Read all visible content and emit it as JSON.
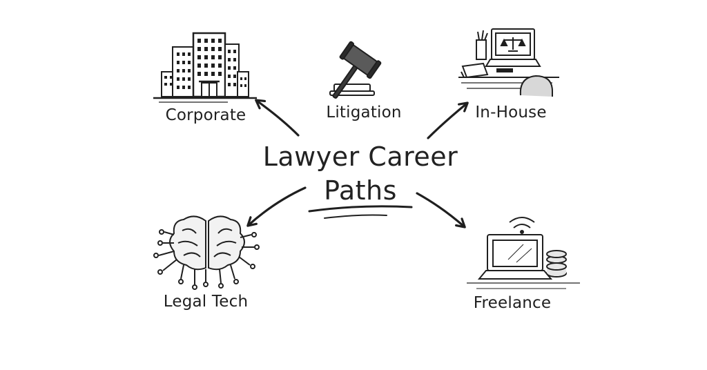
{
  "title": {
    "line1": "Lawyer Career",
    "line2": "Paths"
  },
  "nodes": {
    "corporate": {
      "label": "Corporate",
      "icon": "office-building-icon"
    },
    "litigation": {
      "label": "Litigation",
      "icon": "gavel-icon"
    },
    "in_house": {
      "label": "In-House",
      "icon": "desk-laptop-scales-icon"
    },
    "legal_tech": {
      "label": "Legal Tech",
      "icon": "circuit-brain-icon"
    },
    "freelance": {
      "label": "Freelance",
      "icon": "laptop-wifi-coins-icon"
    }
  },
  "colors": {
    "ink": "#1f1f1f",
    "background": "#ffffff"
  }
}
